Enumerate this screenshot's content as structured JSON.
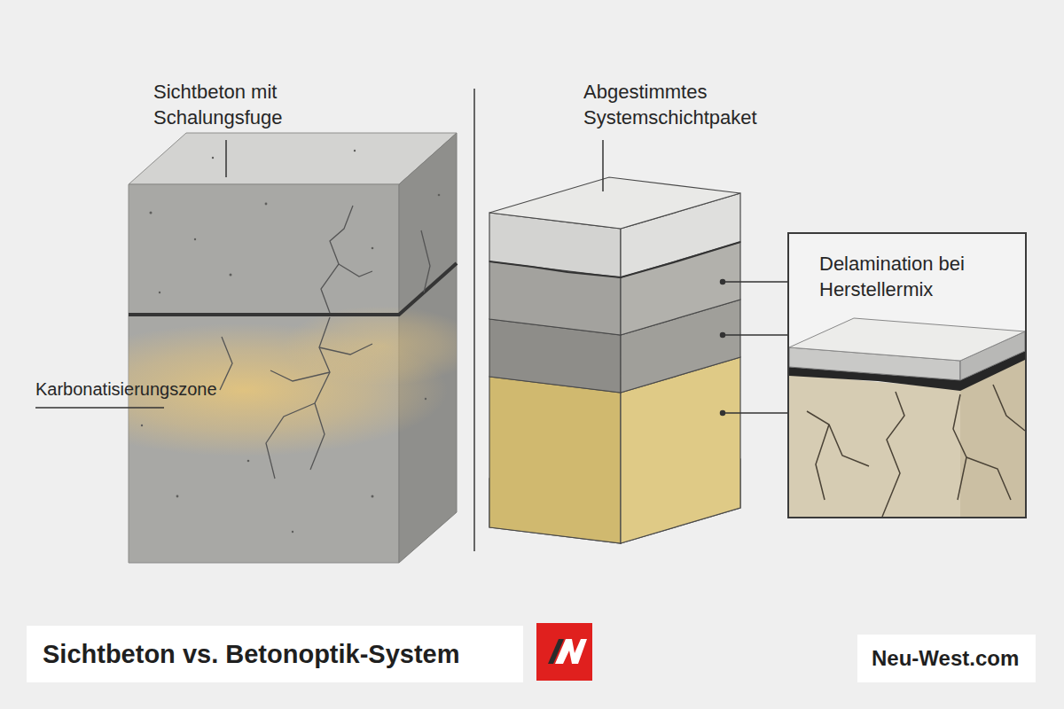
{
  "diagram": {
    "title": "Sichtbeton vs. Betonoptik-System",
    "nodes": [
      {
        "text": [
          "Delamination bei Herstellermix"
        ]
      }
    ],
    "labels": [
      "Sichtbeton mit Schalungsfuge",
      "Karbonatisierungszone",
      "Abgestimmtes Systemschichtpaket",
      "Neu-West.com"
    ]
  }
}
